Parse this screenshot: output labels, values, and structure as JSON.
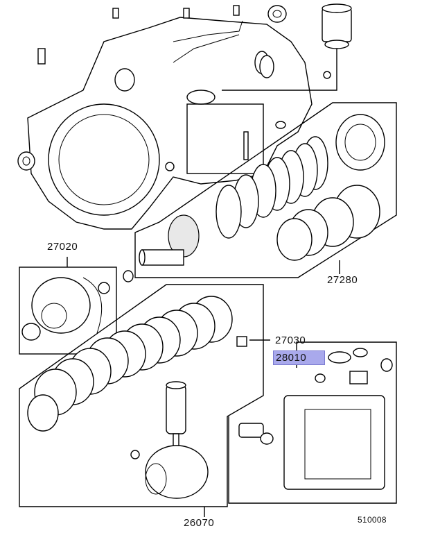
{
  "labels": {
    "l27020": "27020",
    "l27280": "27280",
    "l27030": "27030",
    "l28010": "28010",
    "l26070": "26070"
  },
  "diagram_code": "510008",
  "highlight_color": "#a9a9ec"
}
